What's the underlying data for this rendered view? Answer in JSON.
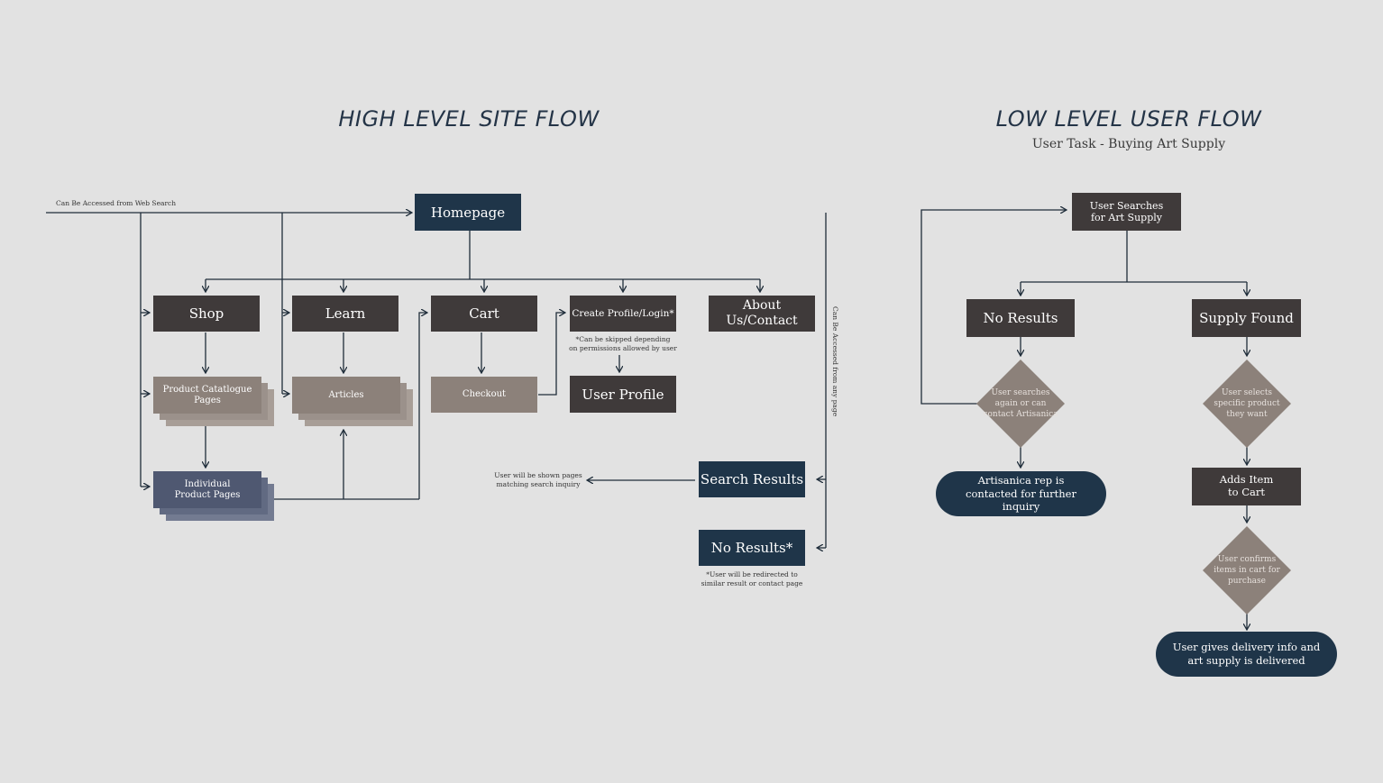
{
  "high_level": {
    "title": "HIGH LEVEL SITE FLOW",
    "homepage": "Homepage",
    "web_search_note": "Can Be Accessed from Web Search",
    "any_page_note": "Can Be Accessed from any page",
    "nav": {
      "shop": "Shop",
      "learn": "Learn",
      "cart": "Cart",
      "create_profile": "Create Profile/Login*",
      "about": "About Us/Contact"
    },
    "product_catalogue": "Product Catatlogue Pages",
    "articles": "Articles",
    "checkout": "Checkout",
    "user_profile": "User Profile",
    "individual_product": "Individual Product Pages",
    "profile_note": "*Can be skipped depending\non permissions allowed by user",
    "search_results": "Search Results",
    "search_results_note": "User will be shown pages\nmatching search inquiry",
    "no_results": "No Results*",
    "no_results_note": "*User will be redirected to\nsimilar result or contact page"
  },
  "low_level": {
    "title": "LOW LEVEL USER FLOW",
    "subtitle": "User Task - Buying Art Supply",
    "start": "User Searches for Art Supply",
    "no_results": "No Results",
    "supply_found": "Supply Found",
    "search_again": "User searches again or can contact Artisanica",
    "rep_contacted": "Artisanica rep is contacted for further inquiry",
    "select_product": "User selects specific product they want",
    "add_cart": "Adds Item to Cart",
    "confirm_items": "User confirms items in cart for purchase",
    "delivered": "User gives delivery info and art supply is delivered"
  },
  "colors": {
    "background": "#e2e2e2",
    "dark_box": "#3f3a3a",
    "navy": "#1f3549",
    "taupe": "#8c817a",
    "slate": "#4f5871",
    "line": "#1f2d3a"
  }
}
